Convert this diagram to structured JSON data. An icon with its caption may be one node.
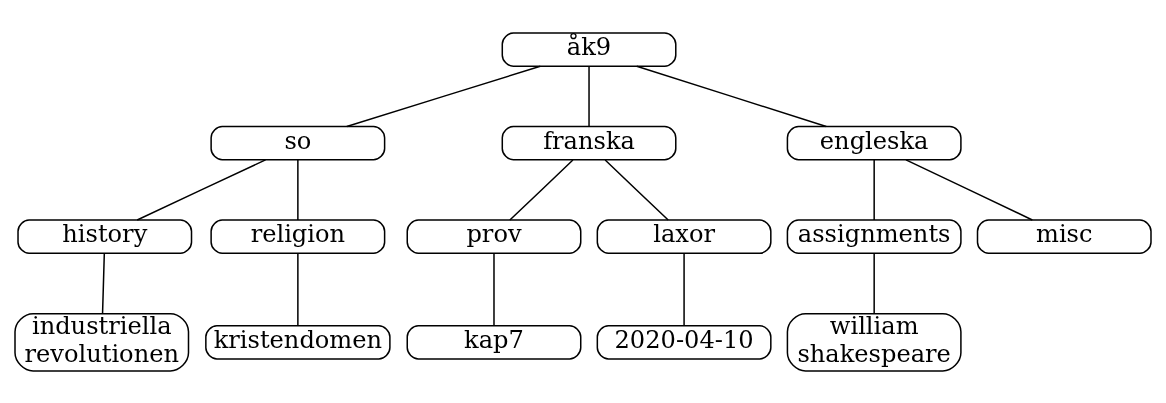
{
  "diagram": {
    "nodes": [
      {
        "text": [
          "åk9"
        ]
      },
      {
        "text": [
          "so"
        ]
      },
      {
        "text": [
          "franska"
        ]
      },
      {
        "text": [
          "engleska"
        ]
      },
      {
        "text": [
          "history"
        ]
      },
      {
        "text": [
          "religion"
        ]
      },
      {
        "text": [
          "prov"
        ]
      },
      {
        "text": [
          "laxor"
        ]
      },
      {
        "text": [
          "assignments"
        ]
      },
      {
        "text": [
          "misc"
        ]
      },
      {
        "text": [
          "industriella revolutionen"
        ]
      },
      {
        "text": [
          "kristendomen"
        ]
      },
      {
        "text": [
          "kap7"
        ]
      },
      {
        "text": [
          "2020-04-10"
        ]
      },
      {
        "text": [
          "william shakespeare"
        ]
      }
    ],
    "edges": [
      {
        "from": 0,
        "to": 1,
        "arrow": "none"
      },
      {
        "from": 0,
        "to": 2,
        "arrow": "none"
      },
      {
        "from": 0,
        "to": 3,
        "arrow": "none"
      },
      {
        "from": 1,
        "to": 4,
        "arrow": "none"
      },
      {
        "from": 1,
        "to": 5,
        "arrow": "none"
      },
      {
        "from": 2,
        "to": 6,
        "arrow": "none"
      },
      {
        "from": 2,
        "to": 7,
        "arrow": "none"
      },
      {
        "from": 3,
        "to": 8,
        "arrow": "none"
      },
      {
        "from": 3,
        "to": 9,
        "arrow": "none"
      },
      {
        "from": 4,
        "to": 10,
        "arrow": "none"
      },
      {
        "from": 5,
        "to": 11,
        "arrow": "none"
      },
      {
        "from": 6,
        "to": 12,
        "arrow": "none"
      },
      {
        "from": 7,
        "to": 13,
        "arrow": "none"
      },
      {
        "from": 8,
        "to": 14,
        "arrow": "none"
      }
    ]
  }
}
